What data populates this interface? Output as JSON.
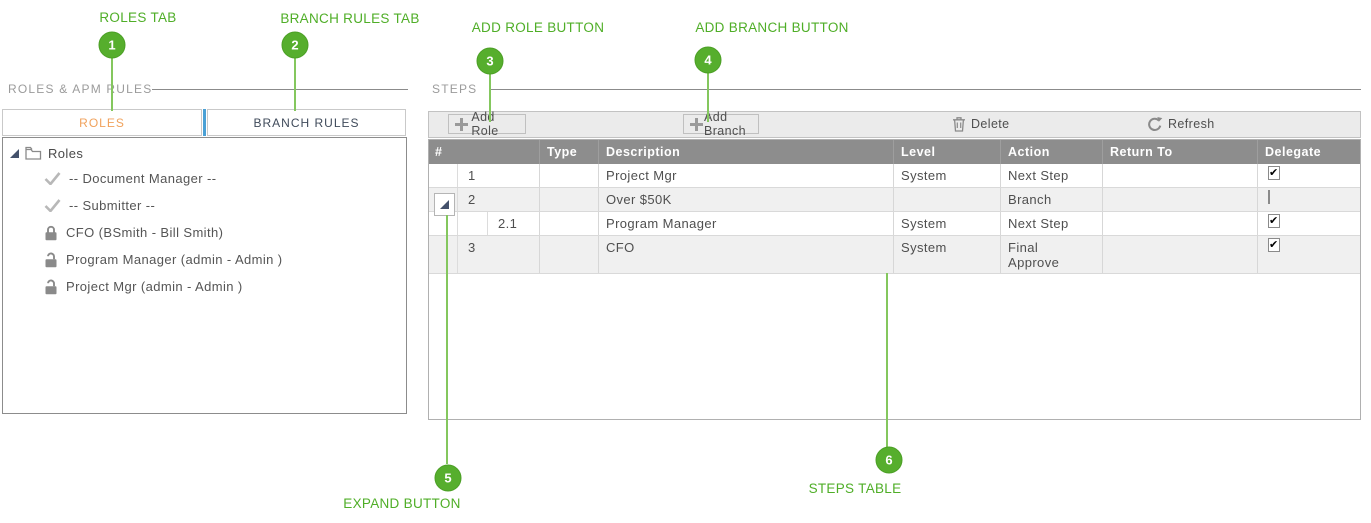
{
  "colors": {
    "annotation_green": "#56ae2d",
    "annotation_line_green": "#84c75e",
    "active_tab_text_orange": "#f0a25c",
    "tab_divider_blue": "#4aa0d5",
    "table_header_gray": "#8d8d8d",
    "alt_row_gray": "#f0f0f0",
    "toolbar_gray": "#ebebeb"
  },
  "annotations": [
    {
      "number": "1",
      "label": "ROLES TAB"
    },
    {
      "number": "2",
      "label": "BRANCH RULES TAB"
    },
    {
      "number": "3",
      "label": "ADD ROLE BUTTON"
    },
    {
      "number": "4",
      "label": "ADD BRANCH BUTTON"
    },
    {
      "number": "5",
      "label": "EXPAND BUTTON"
    },
    {
      "number": "6",
      "label": "STEPS TABLE"
    }
  ],
  "roles_panel": {
    "section_title": "ROLES & APM RULES",
    "tabs": {
      "roles": "ROLES",
      "branch_rules": "BRANCH RULES"
    },
    "tree": {
      "root": "Roles",
      "items": [
        {
          "icon": "check",
          "label": "-- Document Manager --"
        },
        {
          "icon": "check",
          "label": "-- Submitter --"
        },
        {
          "icon": "lock-closed",
          "label": "CFO (BSmith - Bill Smith)"
        },
        {
          "icon": "lock-open",
          "label": "Program Manager (admin - Admin )"
        },
        {
          "icon": "lock-open",
          "label": "Project Mgr (admin - Admin )"
        }
      ]
    }
  },
  "steps_panel": {
    "section_title": "STEPS",
    "toolbar": {
      "add_role": "Add Role",
      "add_branch": "Add Branch",
      "delete": "Delete",
      "refresh": "Refresh"
    },
    "table": {
      "columns": [
        "#",
        "Type",
        "Description",
        "Level",
        "Action",
        "Return To",
        "Delegate"
      ],
      "rows": [
        {
          "num": "1",
          "type": "",
          "description": "Project Mgr",
          "level": "System",
          "action": "Next Step",
          "return_to": "",
          "delegate": true
        },
        {
          "num": "2",
          "type": "",
          "description": "Over $50K",
          "level": "",
          "action": "Branch",
          "return_to": "",
          "delegate": false
        },
        {
          "num": "2.1",
          "type": "",
          "description": "Program Manager",
          "level": "System",
          "action": "Next Step",
          "return_to": "",
          "delegate": true
        },
        {
          "num": "3",
          "type": "",
          "description": "CFO",
          "level": "System",
          "action": "Final Approve",
          "return_to": "",
          "delegate": true
        }
      ]
    }
  }
}
